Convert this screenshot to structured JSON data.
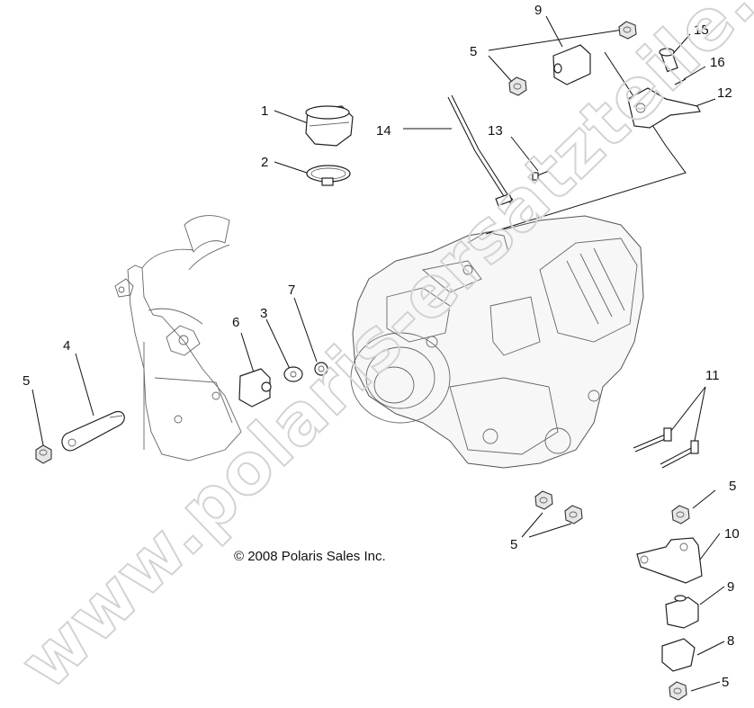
{
  "diagram": {
    "copyright": "© 2008 Polaris Sales Inc.",
    "watermark": "www.polaris-ersatzteile.de",
    "callouts": [
      "1",
      "2",
      "3",
      "4",
      "5",
      "5",
      "5",
      "5",
      "5",
      "6",
      "7",
      "8",
      "9",
      "9",
      "10",
      "11",
      "12",
      "13",
      "14",
      "15",
      "16"
    ]
  }
}
